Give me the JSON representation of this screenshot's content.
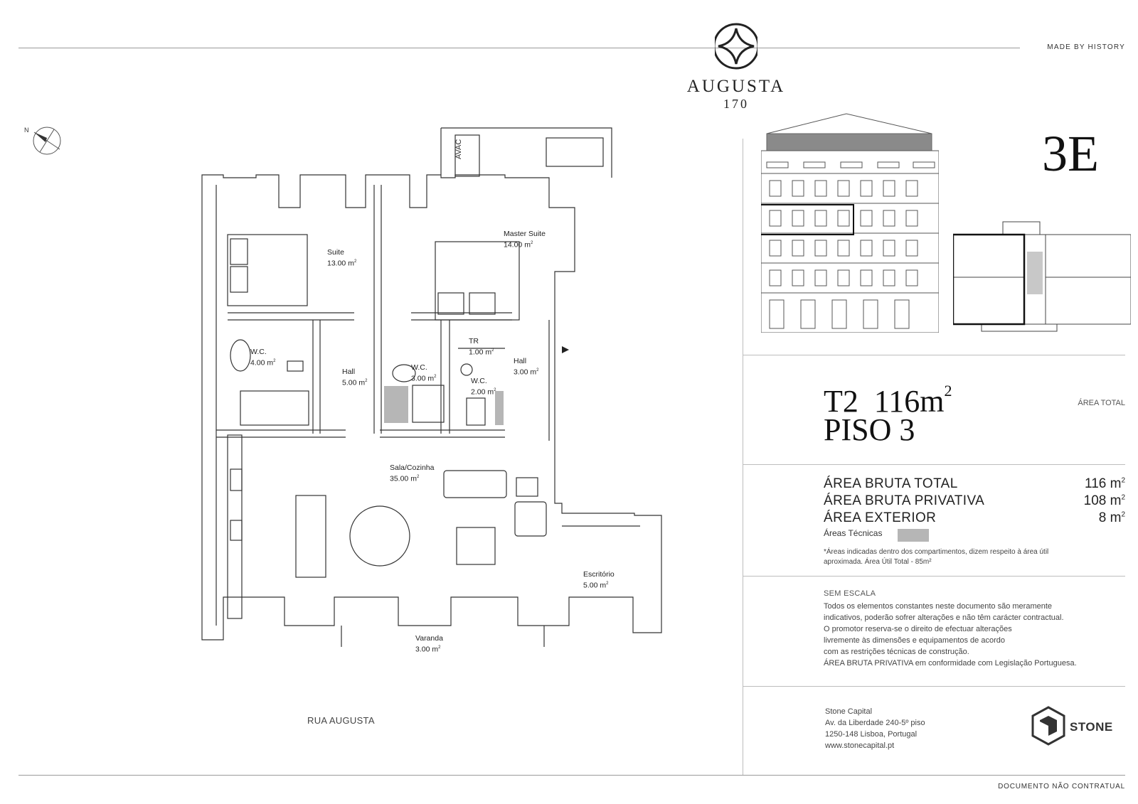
{
  "header": {
    "brand_name": "AUGUSTA",
    "brand_number": "170",
    "tagline": "MADE BY HISTORY"
  },
  "north_label": "N",
  "plan": {
    "street": "RUA AUGUSTA",
    "rooms": [
      {
        "name": "Suite",
        "area": "13.00 m",
        "unit_sup": "2"
      },
      {
        "name": "Master Suite",
        "area": "14.00 m",
        "unit_sup": "2"
      },
      {
        "name": "W.C.",
        "area": "4.00 m",
        "unit_sup": "2"
      },
      {
        "name": "Hall",
        "area": "5.00 m",
        "unit_sup": "2"
      },
      {
        "name": "W.C.",
        "area": "3.00 m",
        "unit_sup": "2"
      },
      {
        "name": "TR",
        "area": "1.00 m",
        "unit_sup": "2"
      },
      {
        "name": "Hall",
        "area": "3.00 m",
        "unit_sup": "2"
      },
      {
        "name": "W.C.",
        "area": "2.00 m",
        "unit_sup": "2"
      },
      {
        "name": "Sala/Cozinha",
        "area": "35.00 m",
        "unit_sup": "2"
      },
      {
        "name": "Escritório",
        "area": "5.00 m",
        "unit_sup": "2"
      },
      {
        "name": "Varanda",
        "area": "3.00 m",
        "unit_sup": "2"
      }
    ],
    "technical_label": "AVAC"
  },
  "unit": {
    "code": "3E",
    "typology": "T2",
    "total": "116m",
    "total_sup": "2",
    "floor": "PISO 3",
    "total_label": "ÁREA TOTAL"
  },
  "areas": [
    {
      "label": "ÁREA BRUTA TOTAL",
      "value": "116 m",
      "unit_sup": "2"
    },
    {
      "label": "ÁREA BRUTA PRIVATIVA",
      "value": "108 m",
      "unit_sup": "2"
    },
    {
      "label": "ÁREA EXTERIOR",
      "value": "8 m",
      "unit_sup": "2"
    }
  ],
  "technical_areas_label": "Áreas Técnicas",
  "colors": {
    "technical_area": "#b6b6b6"
  },
  "note": "*Áreas indicadas dentro dos compartimentos, dizem respeito à área útil aproximada. Área Útil Total - 85m²",
  "disclaimer": {
    "title": "SEM ESCALA",
    "lines": [
      "Todos os elementos constantes neste documento são meramente",
      "indicativos, poderão sofrer alterações e não têm carácter contractual.",
      "O promotor reserva-se o direito de efectuar alterações",
      "livremente às dimensões e equipamentos de acordo",
      "com as restrições técnicas de construção.",
      "ÁREA BRUTA PRIVATIVA em conformidade com Legislação Portuguesa."
    ]
  },
  "developer": {
    "name": "Stone Capital",
    "address_lines": [
      "Av. da Liberdade 240-5º piso",
      "1250-148 Lisboa, Portugal",
      "www.stonecapital.pt"
    ],
    "logo_word": "STONE"
  },
  "footer": "DOCUMENTO NÃO CONTRATUAL"
}
